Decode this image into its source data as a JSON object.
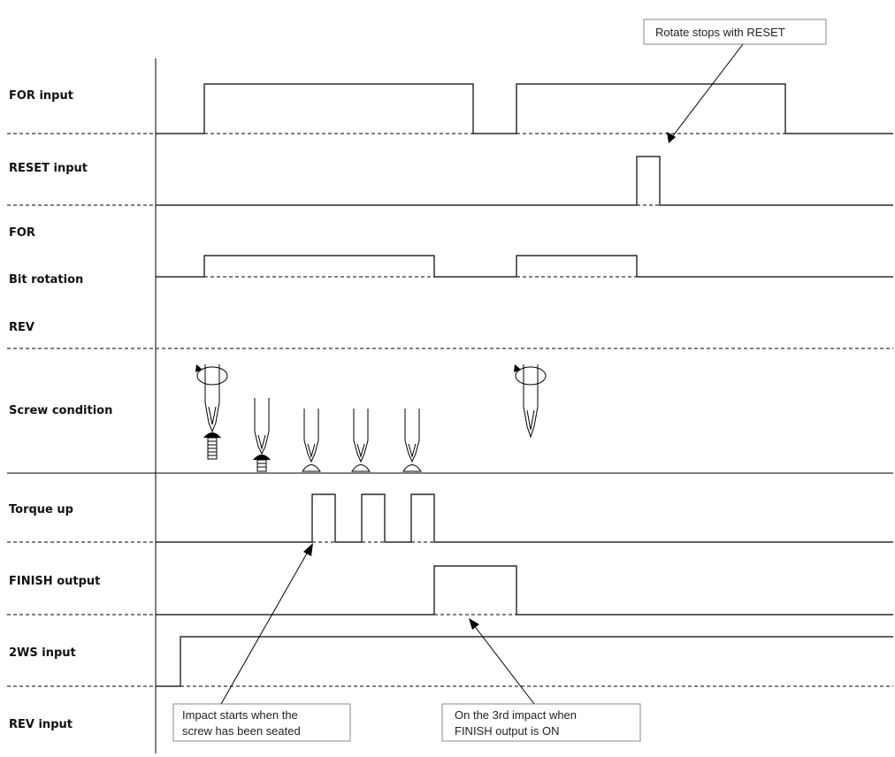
{
  "labels": {
    "for_input": "FOR input",
    "reset_input": "RESET input",
    "for": "FOR",
    "bit_rotation": "Bit rotation",
    "rev": "REV",
    "screw_condition": "Screw condition",
    "torque_up": "Torque up",
    "finish_output": "FINISH output",
    "two_ws_input": "2WS input",
    "rev_input": "REV input"
  },
  "annotations": {
    "rotate_stops": "Rotate stops with RESET",
    "impact_starts_line1": "Impact starts when the",
    "impact_starts_line2": "screw has been seated",
    "third_impact_line1": "On the 3rd impact when",
    "third_impact_line2": "FINISH output is ON"
  },
  "icons": [
    "rotation-arrow-icon",
    "screwdriver-bit-icon",
    "screw-icon"
  ],
  "colors": {
    "line": "#000000",
    "text": "#111111",
    "box_border": "#8a8a8a"
  }
}
